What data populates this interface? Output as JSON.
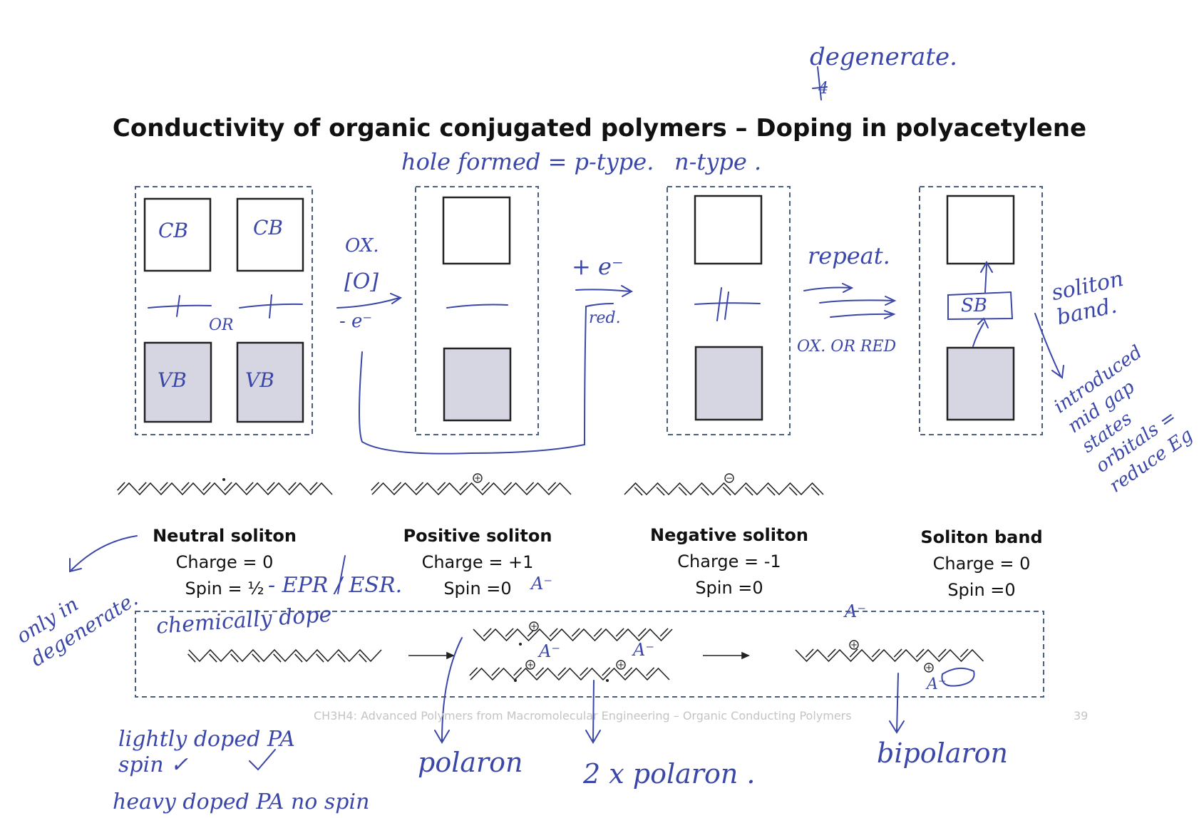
{
  "title": "Conductivity of organic conjugated polymers – Doping in polyacetylene",
  "panels": [
    {
      "name": "Neutral soliton",
      "charge": "Charge = 0",
      "spin": "Spin = ½"
    },
    {
      "name": "Positive soliton",
      "charge": "Charge = +1",
      "spin": "Spin =0"
    },
    {
      "name": "Negative soliton",
      "charge": "Charge = -1",
      "spin": "Spin =0"
    },
    {
      "name": "Soliton band",
      "charge": "Charge = 0",
      "spin": "Spin =0"
    }
  ],
  "footer": {
    "course": "CH3H4: Advanced Polymers from Macromolecular Engineering – Organic Conducting Polymers",
    "page": "39"
  },
  "charges": {
    "plus": "+",
    "minus": "−"
  },
  "annotations": {
    "degenerate": "degenerate.",
    "hole_formed": "hole formed = p-type.",
    "n_type": "n-type .",
    "cb": "CB",
    "vb": "VB",
    "or": "OR",
    "ox": "OX.",
    "o_bracket": "[O]",
    "minus_e": "- e⁻",
    "plus_e": "+ e⁻",
    "red": "red.",
    "repeat": "repeat.",
    "ox_or_red": "OX. OR RED",
    "sb": "SB",
    "soliton_band": "soliton band.",
    "introduced": "introduced mid gap states orbitals = reduce Eg",
    "only_in": "only in degenerate.",
    "epr": "- EPR / ESR.",
    "a_minus": "A⁻",
    "chemically_dope": "chemically dope",
    "lightly": "lightly doped PA spin ✓",
    "heavy": "heavy doped PA no spin",
    "polaron": "polaron",
    "two_polaron": "2 x polaron .",
    "bipolaron": "bipolaron",
    "four": "4"
  },
  "colors": {
    "ink": "#3b47a8",
    "vb_fill": "#d6d5e2",
    "dash": "#4a5f80",
    "text": "#111111",
    "footer": "#c4c4c4"
  }
}
